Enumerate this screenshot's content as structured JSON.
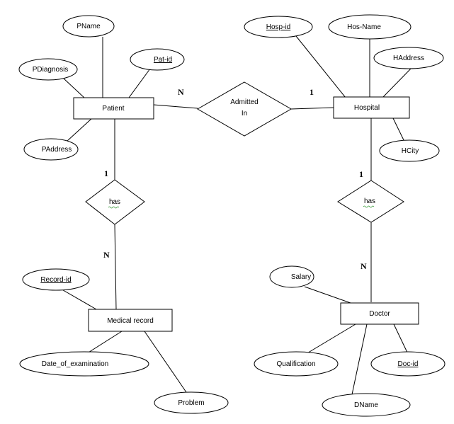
{
  "entities": {
    "patient": "Patient",
    "hospital": "Hospital",
    "medical_record": "Medical record",
    "doctor": "Doctor"
  },
  "relationships": {
    "admitted_line1": "Admitted",
    "admitted_line2": "In",
    "patient_has": "has",
    "hospital_has": "has"
  },
  "attributes": {
    "pname": "PName",
    "pat_id": "Pat-id",
    "pdiagnosis": "PDiagnosis",
    "paddress": "PAddress",
    "hosp_id": "Hosp-id",
    "hos_name": "Hos-Name",
    "haddress": "HAddress",
    "hcity": "HCity",
    "record_id": "Record-id",
    "date_of_examination": "Date_of_examination",
    "problem": "Problem",
    "salary": "Salary",
    "qualification": "Qualification",
    "doc_id": "Doc-id",
    "dname": "DName"
  },
  "cardinalities": {
    "patient_admitted": "N",
    "hospital_admitted": "1",
    "patient_has": "1",
    "record_has": "N",
    "hospital_has": "1",
    "doctor_has": "N"
  }
}
